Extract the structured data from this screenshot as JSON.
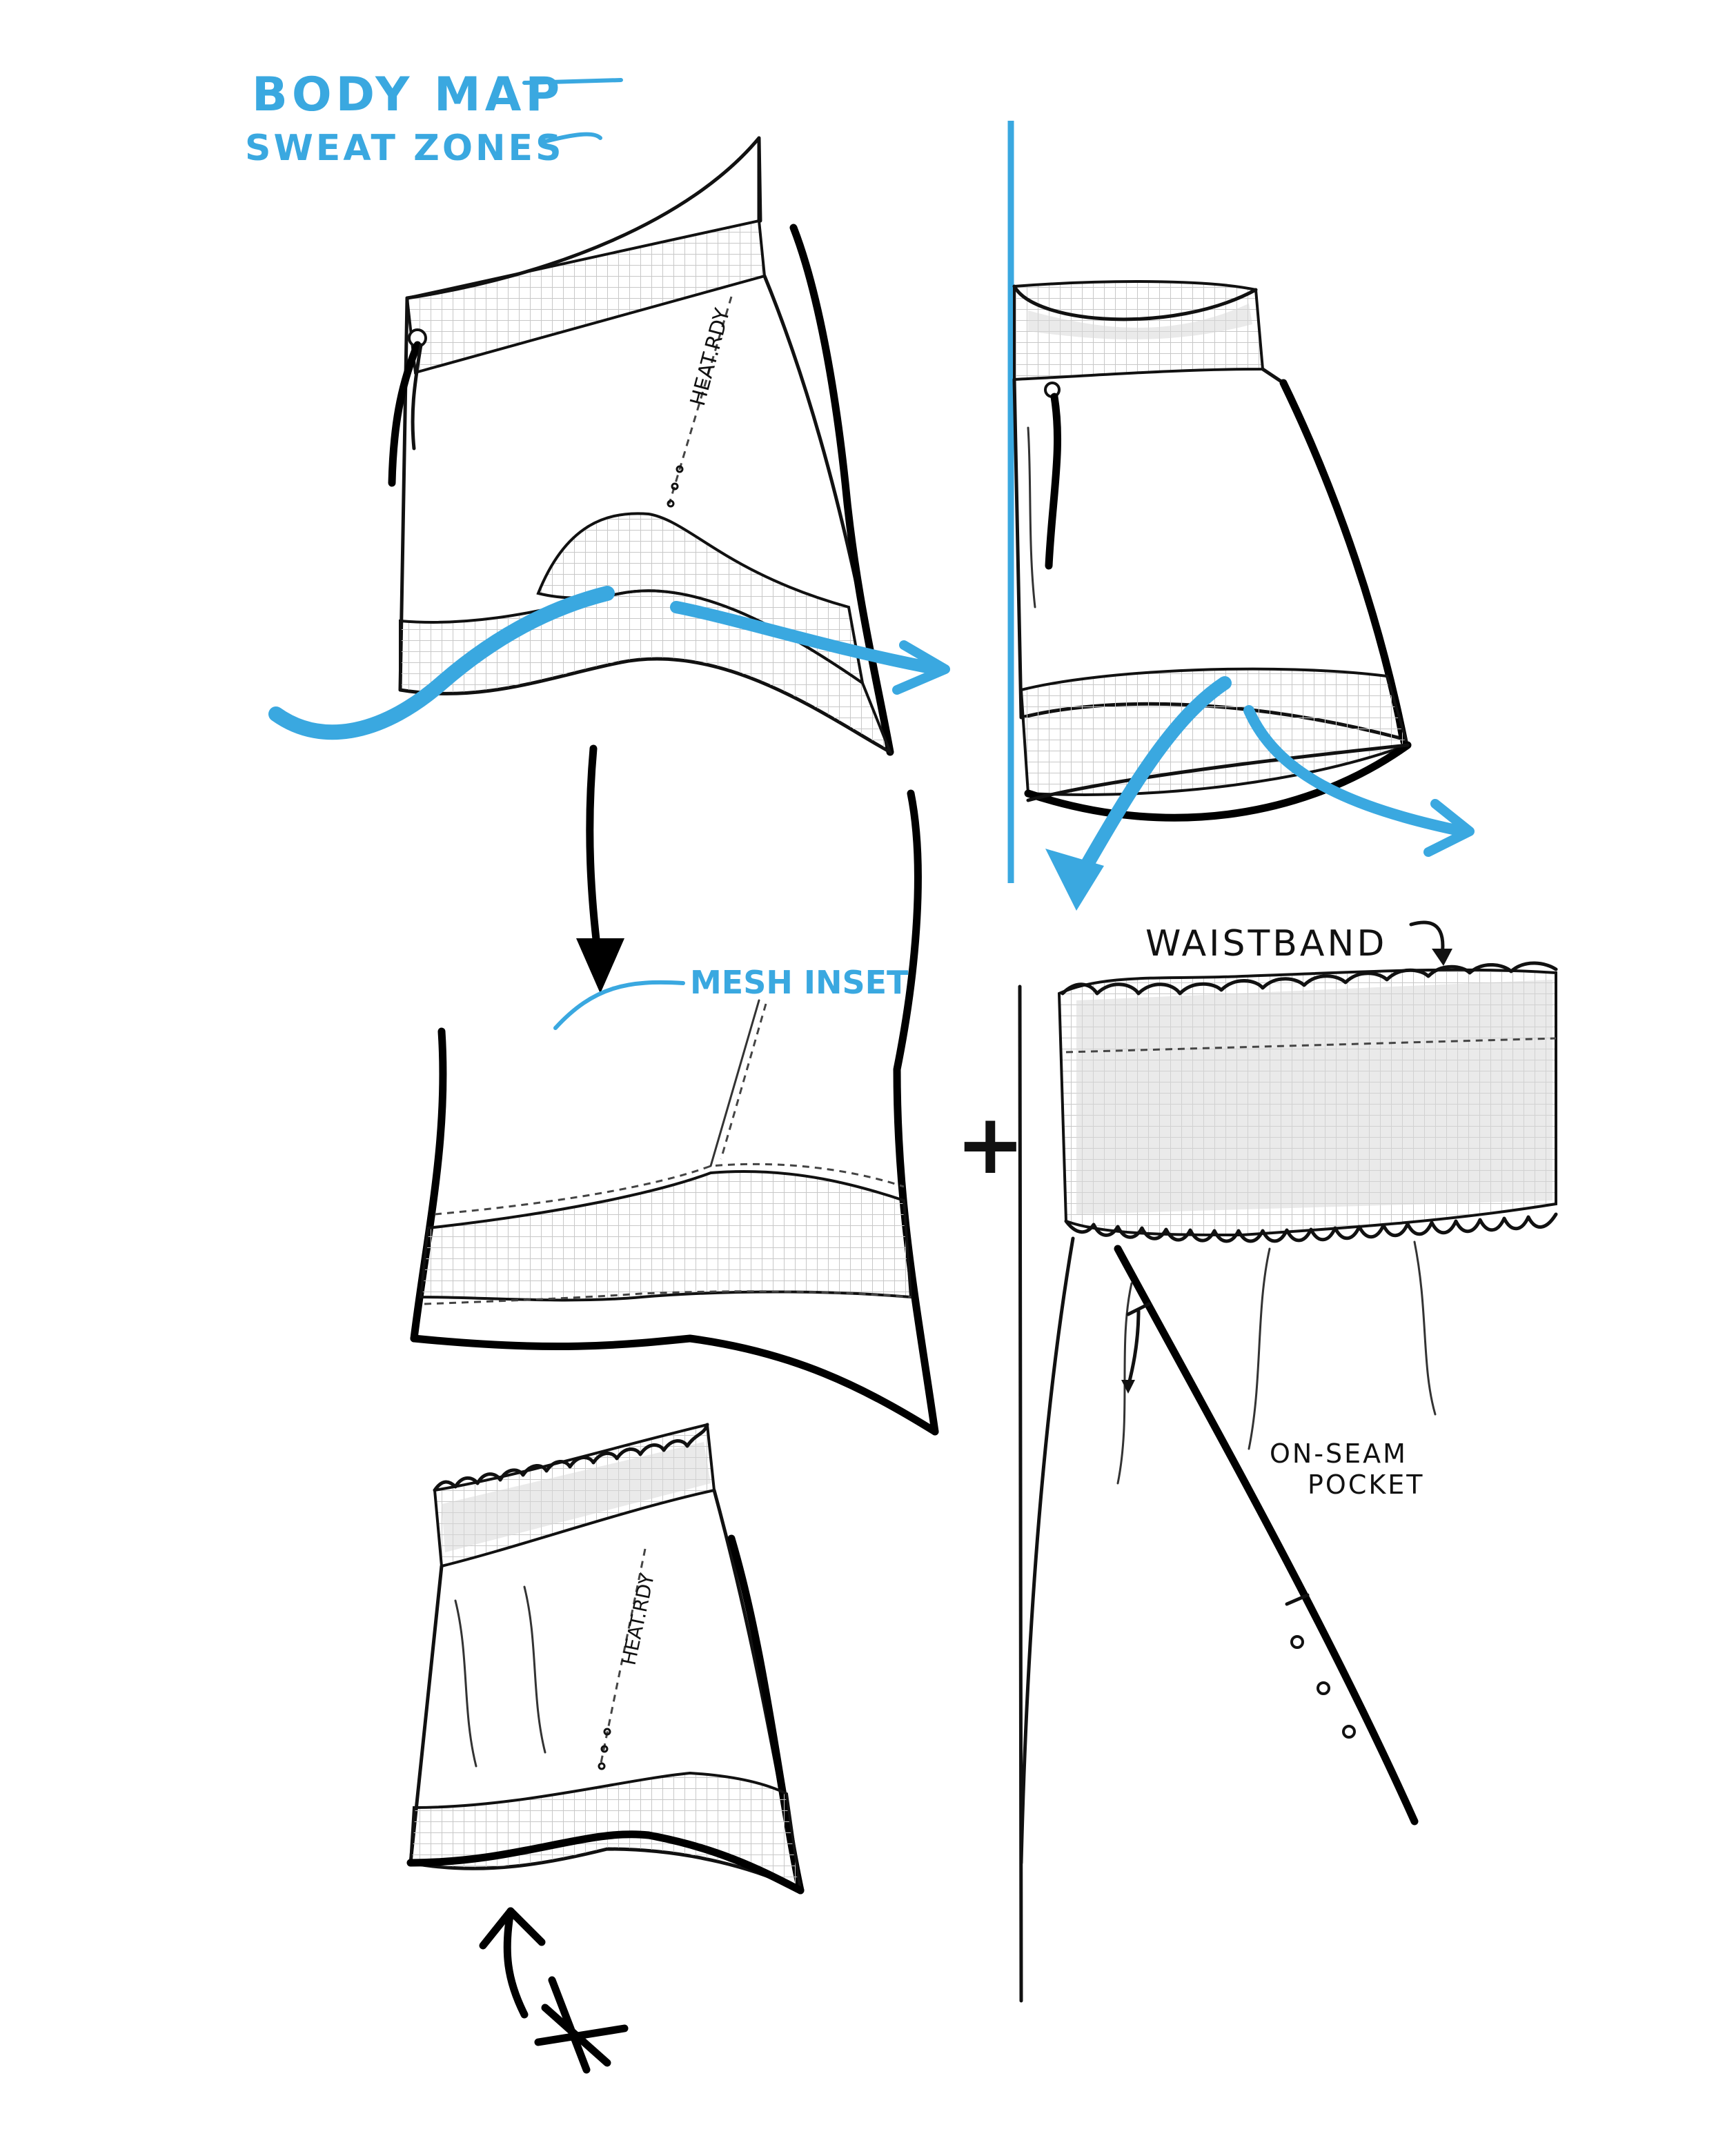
{
  "title": {
    "line1": "BODY MAP",
    "line2": "SWEAT ZONES"
  },
  "labels": {
    "mesh_inset": "MESH INSET",
    "waistband": "WAISTBAND",
    "pocket_line1": "ON-SEAM",
    "pocket_line2": "POCKET",
    "heat_rdy_upper": "HEAT.RDY",
    "heat_rdy_lower": "HEAT.RDY",
    "plus": "+"
  },
  "colors": {
    "accent_blue": "#3aa8e0",
    "ink": "#111111",
    "mesh_grid": "#c8c8c8"
  },
  "icons": [
    "down-arrow-icon",
    "flow-arrow-icon",
    "curved-arrow-icon",
    "asterisk-icon",
    "small-arrow-icon"
  ]
}
